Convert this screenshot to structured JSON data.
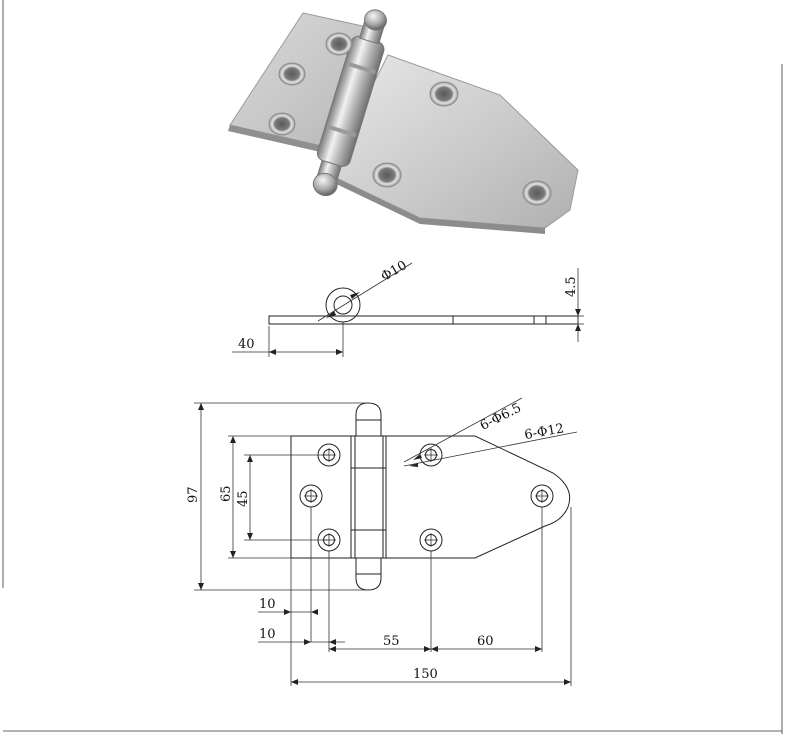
{
  "side_view": {
    "pin_diameter": "Φ10",
    "thickness": "4.5",
    "offset": "40"
  },
  "front_view": {
    "hole_callout_small": "6-Φ6.5",
    "hole_callout_large": "6-Φ12",
    "overall_height": "97",
    "height_65": "65",
    "height_45": "45",
    "edge_10_a": "10",
    "edge_10_b": "10",
    "spacing_55": "55",
    "spacing_60": "60",
    "overall_width": "150"
  },
  "colors": {
    "line": "#222222",
    "metal_light": "#e6e6e6",
    "metal_mid": "#c4c4c4",
    "metal_dark": "#8a8a8a"
  }
}
